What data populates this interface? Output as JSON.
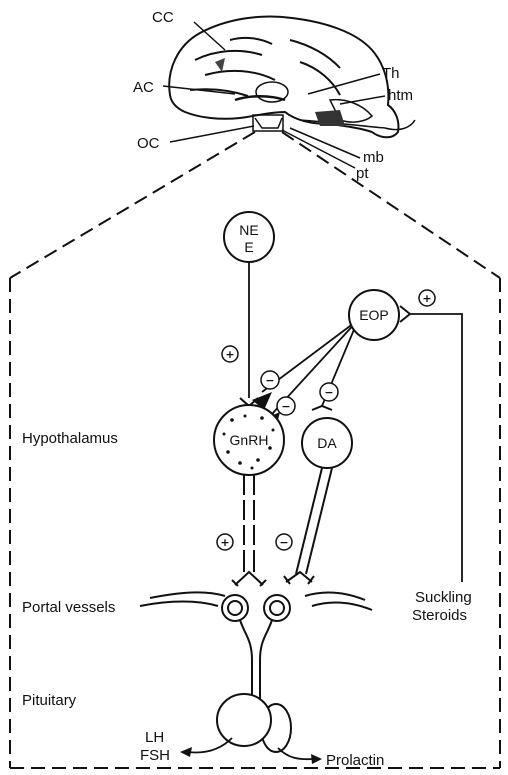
{
  "brain_labels": {
    "cc": "CC",
    "ac": "AC",
    "oc": "OC",
    "th": "Th",
    "htm": "htm",
    "mb": "mb",
    "pt": "pt"
  },
  "cells": {
    "ne_line1": "NE",
    "ne_line2": "E",
    "eop": "EOP",
    "gnrh": "GnRH",
    "da": "DA"
  },
  "regions": {
    "hypothalamus": "Hypothalamus",
    "portal_vessels": "Portal vessels",
    "pituitary": "Pituitary"
  },
  "inputs": {
    "suckling": "Suckling",
    "steroids": "Steroids"
  },
  "outputs": {
    "lh": "LH",
    "fsh": "FSH",
    "prolactin": "Prolactin"
  },
  "signs": {
    "plus": "+",
    "minus": "−"
  },
  "colors": {
    "ink": "#111111",
    "brain_shade": "#555555"
  }
}
